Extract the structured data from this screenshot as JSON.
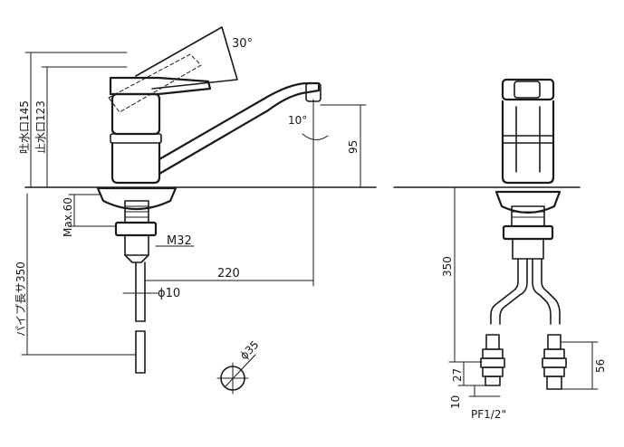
{
  "side_view": {
    "spout_rotation": "30°",
    "lever_tilt": "10°",
    "spout_height_label": "吐水口145",
    "stop_height_label": "止水口123",
    "spout_clearance": "95",
    "deck_thickness": "Max.60",
    "thread_size": "M32",
    "pipe_length_label": "パイプ長サ350",
    "spout_reach": "220",
    "pipe_diameter": "ϕ10",
    "hole_diameter": "ϕ35"
  },
  "front_view": {
    "pipe_length": "350",
    "fitting_length": "27",
    "thread_length": "10",
    "thread_spec": "PF1/2\"",
    "connector_height": "56"
  }
}
